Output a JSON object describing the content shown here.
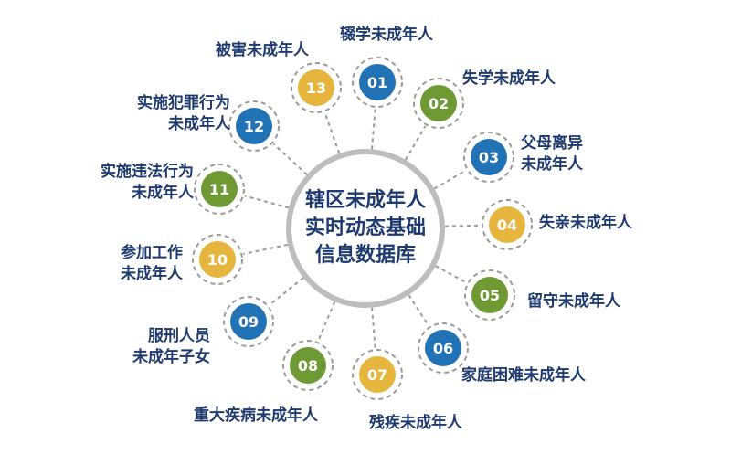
{
  "center": {
    "lines": [
      "辖区未成年人",
      "实时动态基础",
      "信息数据库"
    ]
  },
  "colors": {
    "blue": "#2272b6",
    "green": "#6f9a33",
    "yellow": "#e6b53d",
    "ring": "#bdbdbd",
    "dash": "#9a9a9a",
    "text": "#1f3a6e"
  },
  "nodes": [
    {
      "num": "01",
      "color": "blue",
      "label": [
        "辍学未成年人"
      ]
    },
    {
      "num": "02",
      "color": "green",
      "label": [
        "失学未成年人"
      ]
    },
    {
      "num": "03",
      "color": "blue",
      "label": [
        "父母离异",
        "未成年人"
      ]
    },
    {
      "num": "04",
      "color": "yellow",
      "label": [
        "失亲未成年人"
      ]
    },
    {
      "num": "05",
      "color": "green",
      "label": [
        "留守未成年人"
      ]
    },
    {
      "num": "06",
      "color": "blue",
      "label": [
        "家庭困难未成年人"
      ]
    },
    {
      "num": "07",
      "color": "yellow",
      "label": [
        "残疾未成年人"
      ]
    },
    {
      "num": "08",
      "color": "green",
      "label": [
        "重大疾病未成年人"
      ]
    },
    {
      "num": "09",
      "color": "blue",
      "label": [
        "服刑人员",
        "未成年子女"
      ]
    },
    {
      "num": "10",
      "color": "yellow",
      "label": [
        "参加工作",
        "未成年人"
      ]
    },
    {
      "num": "11",
      "color": "green",
      "label": [
        "实施违法行为",
        "未成年人"
      ]
    },
    {
      "num": "12",
      "color": "blue",
      "label": [
        "实施犯罪行为",
        "未成年人"
      ]
    },
    {
      "num": "13",
      "color": "yellow",
      "label": [
        "被害未成年人"
      ]
    }
  ]
}
